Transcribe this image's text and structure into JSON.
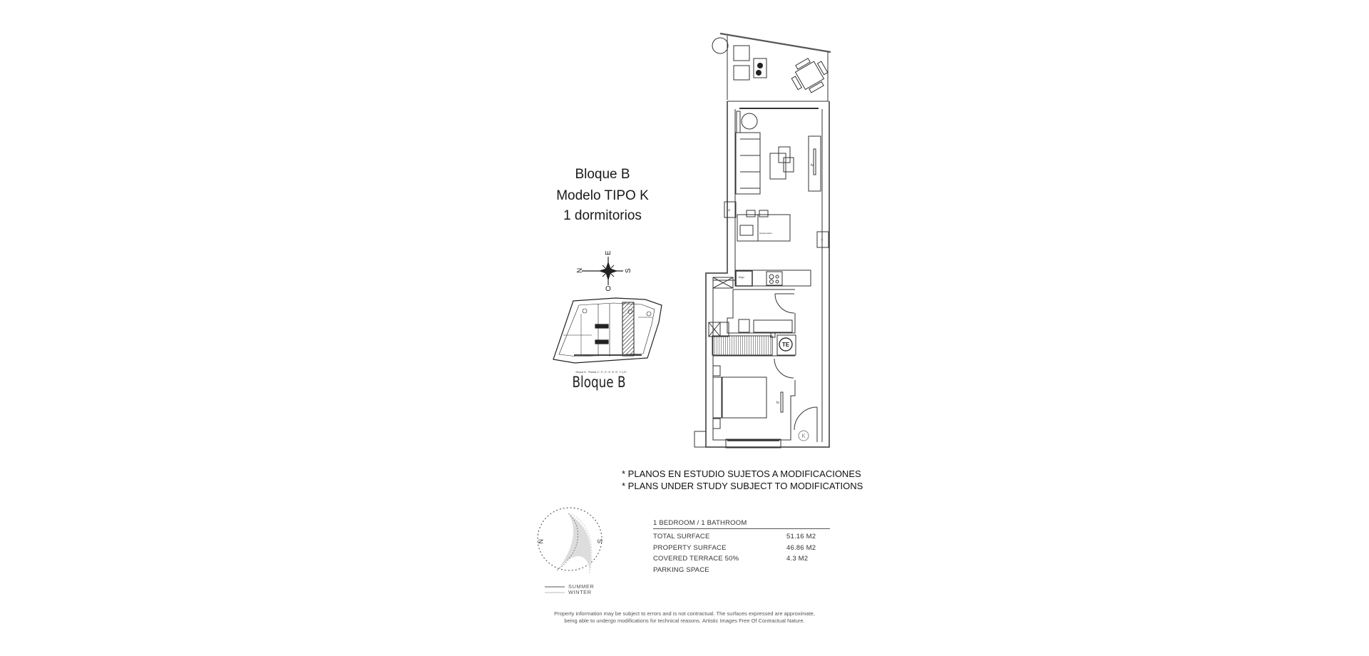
{
  "header": {
    "block": "Bloque B",
    "model": "Modelo TIPO K",
    "bedrooms": "1 dormitorios"
  },
  "compass": {
    "north": "N",
    "east": "E",
    "south": "S",
    "west": "O"
  },
  "location_plan": {
    "caption": "Bloque B",
    "small_caption": "Bloque B - Plantas 1º, 2º, 3º, 4º, 5º, 6º, 7º y 8º"
  },
  "floor_plan": {
    "labels": {
      "tv_living": "tv",
      "tv_bedroom": "tv",
      "fridge": "frigo",
      "water_heater": "TE",
      "model_mark": "K",
      "washer": "lavasecadora"
    }
  },
  "notes": [
    "* PLANOS EN ESTUDIO SUJETOS A MODIFICACIONES",
    "* PLANS UNDER STUDY SUBJECT TO MODIFICATIONS"
  ],
  "sun_diagram": {
    "north": "N",
    "south": "S",
    "legend": [
      {
        "label": "SUMMER",
        "color": "#555555"
      },
      {
        "label": "WINTER",
        "color": "#bbbbbb"
      }
    ]
  },
  "specs": {
    "heading": "1 BEDROOM / 1 BATHROOM",
    "rows": [
      {
        "label": "TOTAL SURFACE",
        "value": "51.16 M2"
      },
      {
        "label": "PROPERTY SURFACE",
        "value": "46.86 M2"
      },
      {
        "label": "COVERED TERRACE 50%",
        "value": "4.3 M2"
      },
      {
        "label": "PARKING SPACE",
        "value": ""
      }
    ]
  },
  "disclaimer": [
    "Property information may be subject to errors and is not contractual. The surfaces expressed are approximate,",
    "being able to undergo modifications for technical reasons. Artistic Images Free Of Contractual Nature."
  ]
}
